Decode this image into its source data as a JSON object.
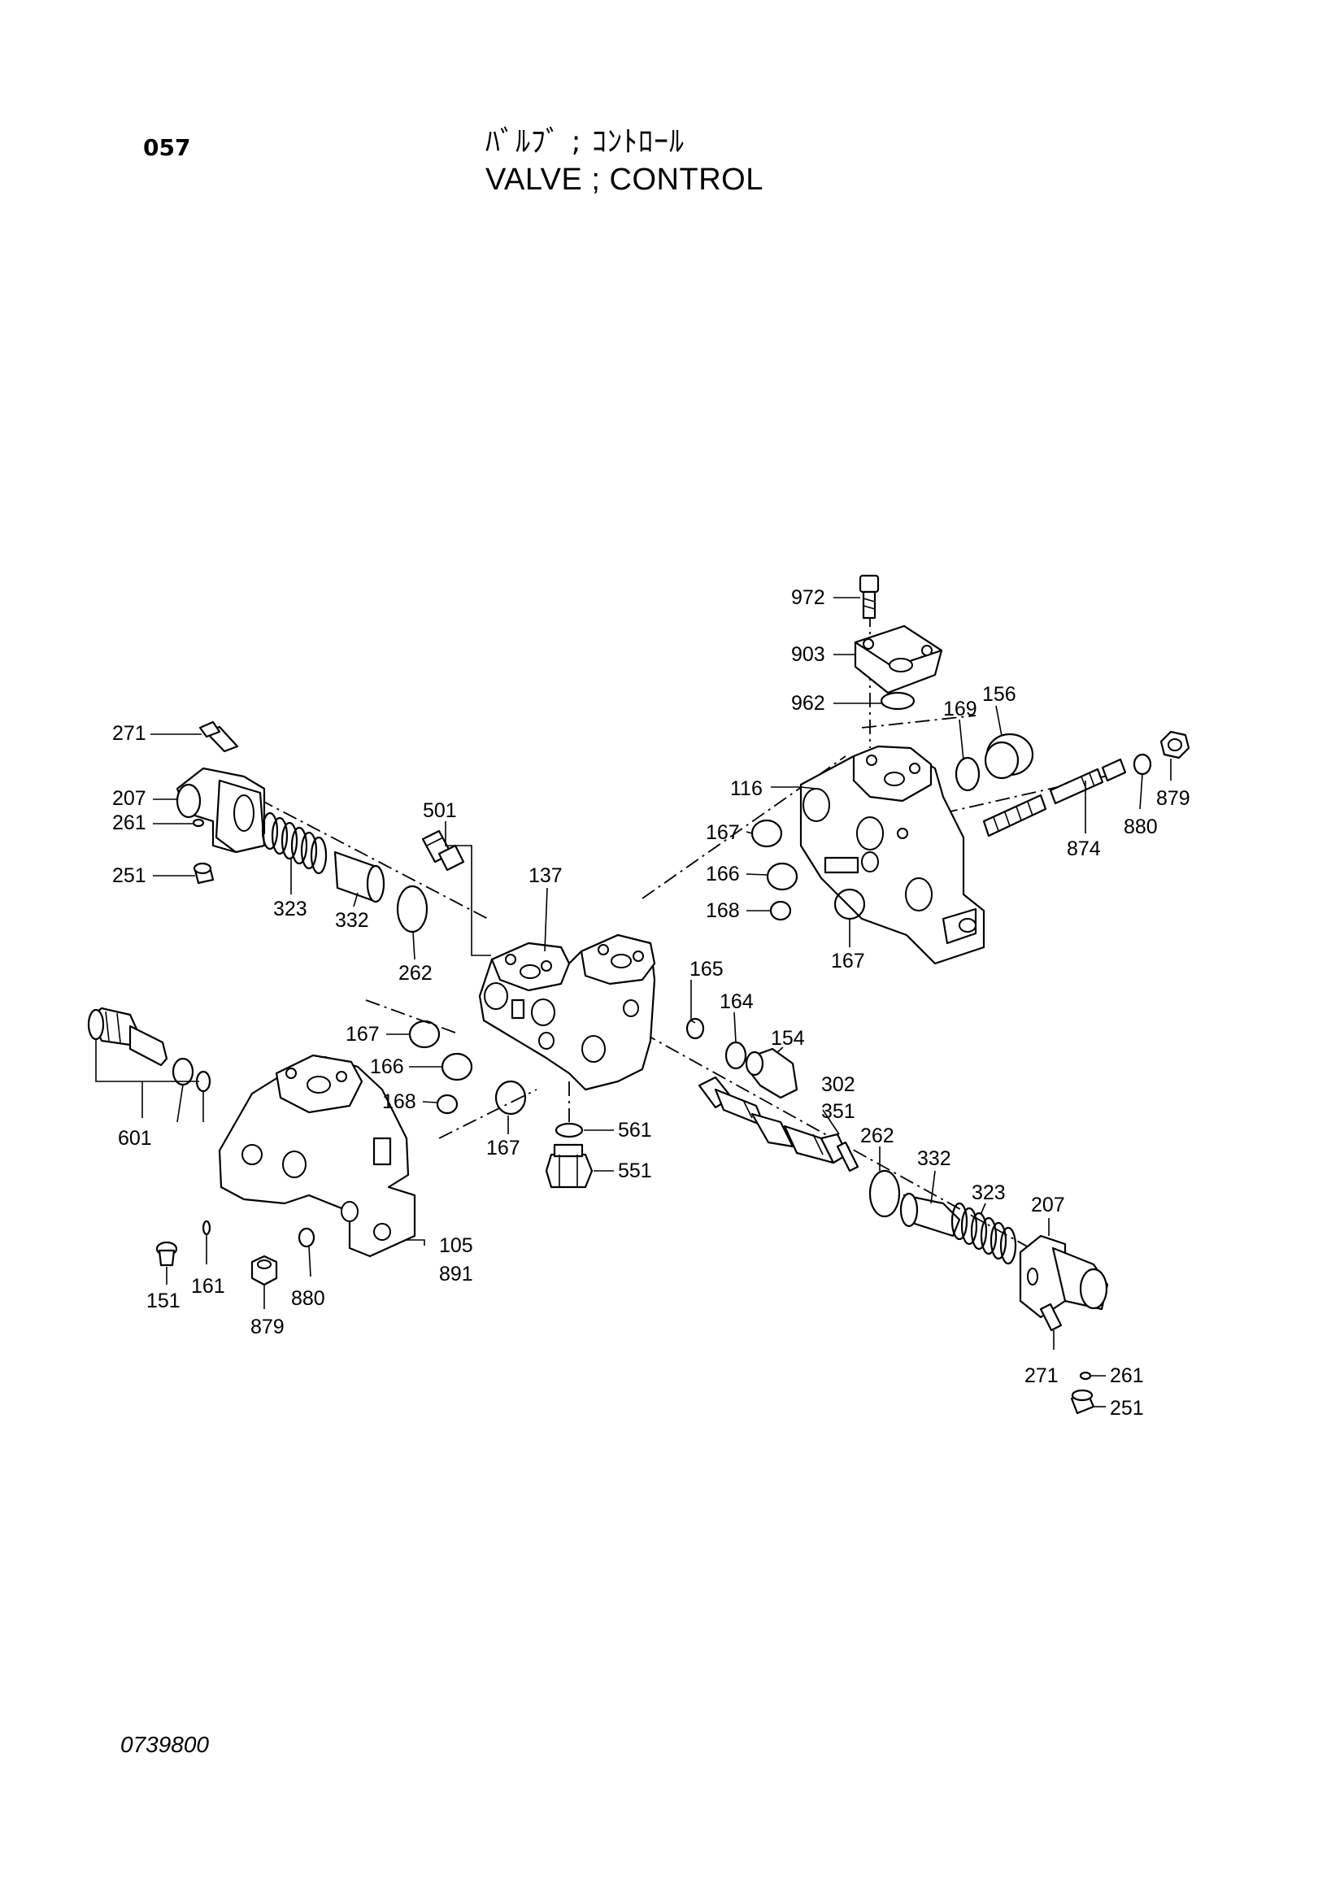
{
  "header": {
    "page_code": "057",
    "title_jp": "ﾊﾞﾙﾌﾞ ; ｺﾝﾄﾛｰﾙ",
    "title_en": "VALVE ; CONTROL"
  },
  "footer": {
    "drawing_no": "0739800"
  },
  "labels": {
    "l972": "972",
    "l903": "903",
    "l962": "962",
    "l169": "169",
    "l156": "156",
    "l271a": "271",
    "l207a": "207",
    "l261a": "261",
    "l251a": "251",
    "l323a": "323",
    "l332a": "332",
    "l501": "501",
    "l137": "137",
    "l262a": "262",
    "l116": "116",
    "l167a": "167",
    "l166a": "166",
    "l168a": "168",
    "l167b": "167",
    "l879a": "879",
    "l880a": "880",
    "l874": "874",
    "l165": "165",
    "l164": "164",
    "l154": "154",
    "l167c": "167",
    "l166b": "166",
    "l168b": "168",
    "l167d": "167",
    "l561": "561",
    "l551": "551",
    "l302": "302",
    "l351": "351",
    "l262b": "262",
    "l332b": "332",
    "l323b": "323",
    "l207b": "207",
    "l601": "601",
    "l105": "105",
    "l891": "891",
    "l151": "151",
    "l161": "161",
    "l879b": "879",
    "l880b": "880",
    "l271b": "271",
    "l261b": "261",
    "l251b": "251"
  }
}
